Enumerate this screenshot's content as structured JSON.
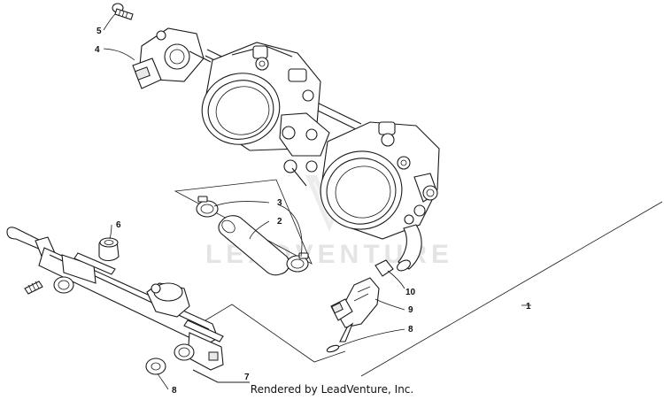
{
  "diagram": {
    "watermark": "LEADVENTURE",
    "callouts": {
      "c1": "1",
      "c2": "2",
      "c3": "3",
      "c4": "4",
      "c5": "5",
      "c6": "6",
      "c7": "7",
      "c8a": "8",
      "c8b": "8",
      "c9": "9",
      "c10": "10"
    }
  },
  "footer": {
    "credit": "Rendered by LeadVenture, Inc."
  }
}
